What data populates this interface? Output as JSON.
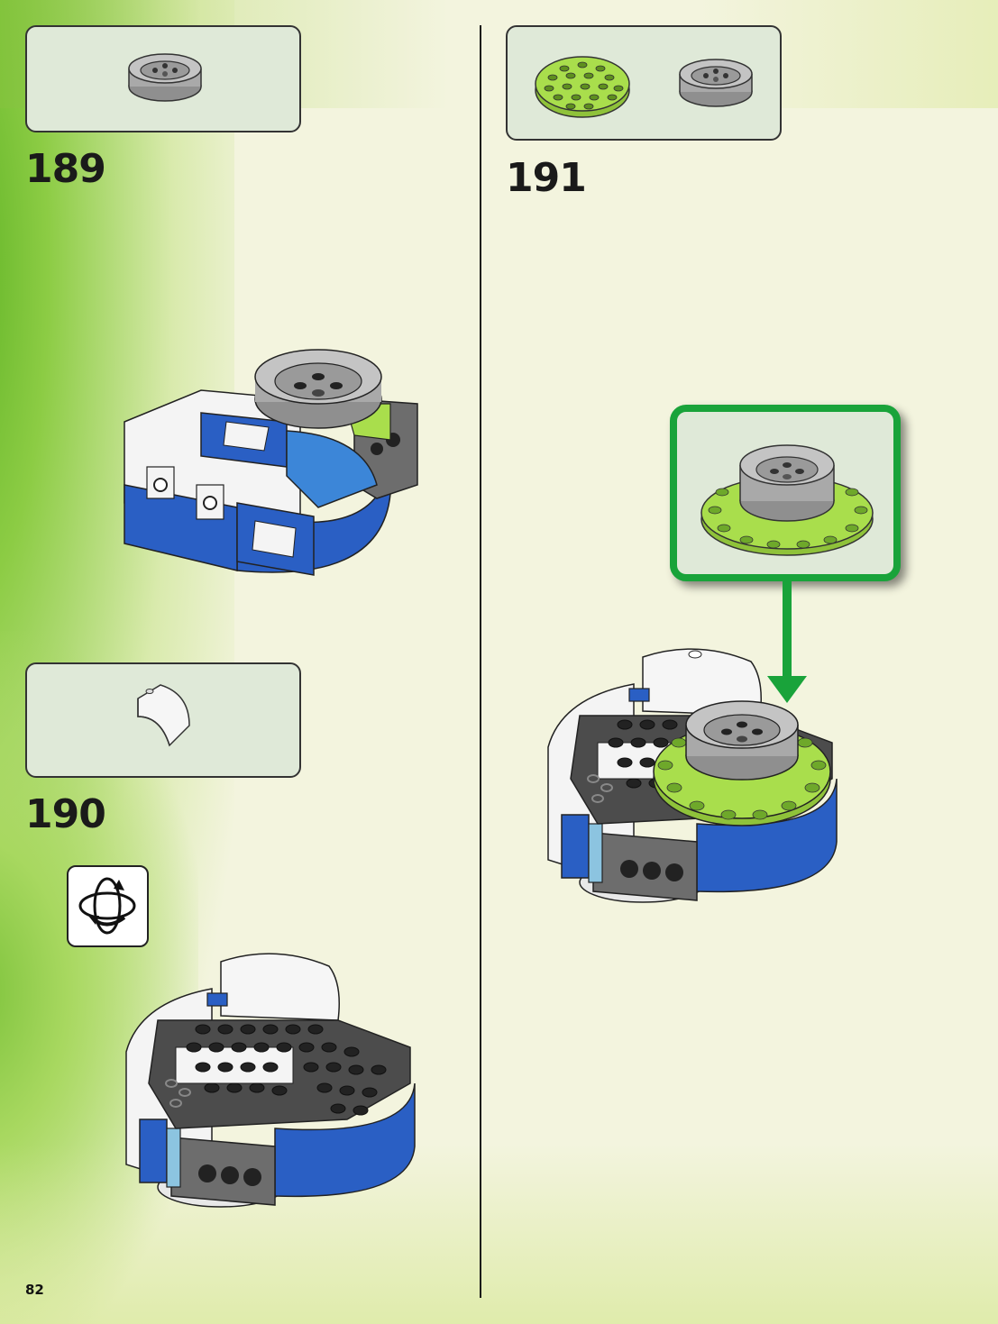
{
  "page": {
    "page_number": "82"
  },
  "steps": [
    {
      "number": "189"
    },
    {
      "number": "190"
    },
    {
      "number": "191"
    }
  ],
  "icons": {
    "rotate": "rotate-model-icon"
  },
  "colors": {
    "callout_border": "#19a33a",
    "arrow": "#19a33a",
    "parts_box_bg": "#dfe9d8",
    "lime_brick": "#a9de4c",
    "blue_brick": "#2a5fc4",
    "gray_brick": "#b9b9b9"
  }
}
